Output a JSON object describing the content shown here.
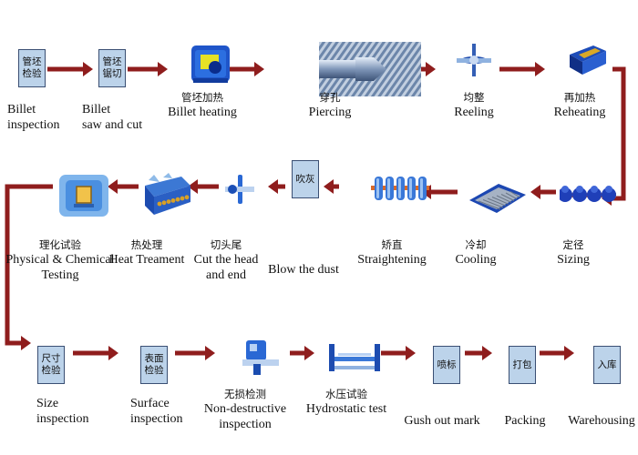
{
  "steps": [
    {
      "id": "billet-inspection",
      "zh": "管坯检验",
      "box": [
        "管坯",
        "检验"
      ],
      "en1": "Billet",
      "en2": "inspection"
    },
    {
      "id": "billet-saw-and-cut",
      "zh": "管坯锯切",
      "box": [
        "管坯",
        "锯切"
      ],
      "en1": "Billet",
      "en2": "saw and cut"
    },
    {
      "id": "billet-heating",
      "zh": "管坯加热",
      "en1": "Billet heating"
    },
    {
      "id": "piercing",
      "zh": "穿孔",
      "en1": "Piercing"
    },
    {
      "id": "reeling",
      "zh": "均整",
      "en1": "Reeling"
    },
    {
      "id": "reheating",
      "zh": "再加热",
      "en1": "Reheating"
    },
    {
      "id": "sizing",
      "zh": "定径",
      "en1": "Sizing"
    },
    {
      "id": "cooling",
      "zh": "冷却",
      "en1": "Cooling"
    },
    {
      "id": "straightening",
      "zh": "矫直",
      "en1": "Straightening"
    },
    {
      "id": "blow-the-dust",
      "zh": "吹灰",
      "box": [
        "吹灰"
      ],
      "en1": "Blow the dust"
    },
    {
      "id": "cut-the-head-and-end",
      "zh": "切头尾",
      "en1": "Cut the head",
      "en2": "and end"
    },
    {
      "id": "heat-treatment",
      "zh": "热处理",
      "en1": "Heat Treament"
    },
    {
      "id": "physical-chemical-testing",
      "zh": "理化试验",
      "en1": "Physical & Chemical",
      "en2": "Testing"
    },
    {
      "id": "size-inspection",
      "zh": "尺寸检验",
      "box": [
        "尺寸",
        "检验"
      ],
      "en1": "Size",
      "en2": "inspection"
    },
    {
      "id": "surface-inspection",
      "zh": "表面检验",
      "box": [
        "表面",
        "检验"
      ],
      "en1": "Surface",
      "en2": "inspection"
    },
    {
      "id": "non-destructive-inspection",
      "zh": "无损检测",
      "en1": "Non-destructive",
      "en2": "inspection"
    },
    {
      "id": "hydrostatic-test",
      "zh": "水压试验",
      "en1": "Hydrostatic test"
    },
    {
      "id": "gush-out-mark",
      "zh": "喷标",
      "box": [
        "喷标"
      ],
      "en1": "Gush out mark"
    },
    {
      "id": "packing",
      "zh": "打包",
      "box": [
        "打包"
      ],
      "en1": "Packing"
    },
    {
      "id": "warehousing",
      "zh": "入库",
      "box": [
        "入库"
      ],
      "en1": "Warehousing"
    }
  ],
  "colors": {
    "arrow": "#8f1d1d",
    "box_fill": "#bcd3ea",
    "box_border": "#3a4f73"
  }
}
